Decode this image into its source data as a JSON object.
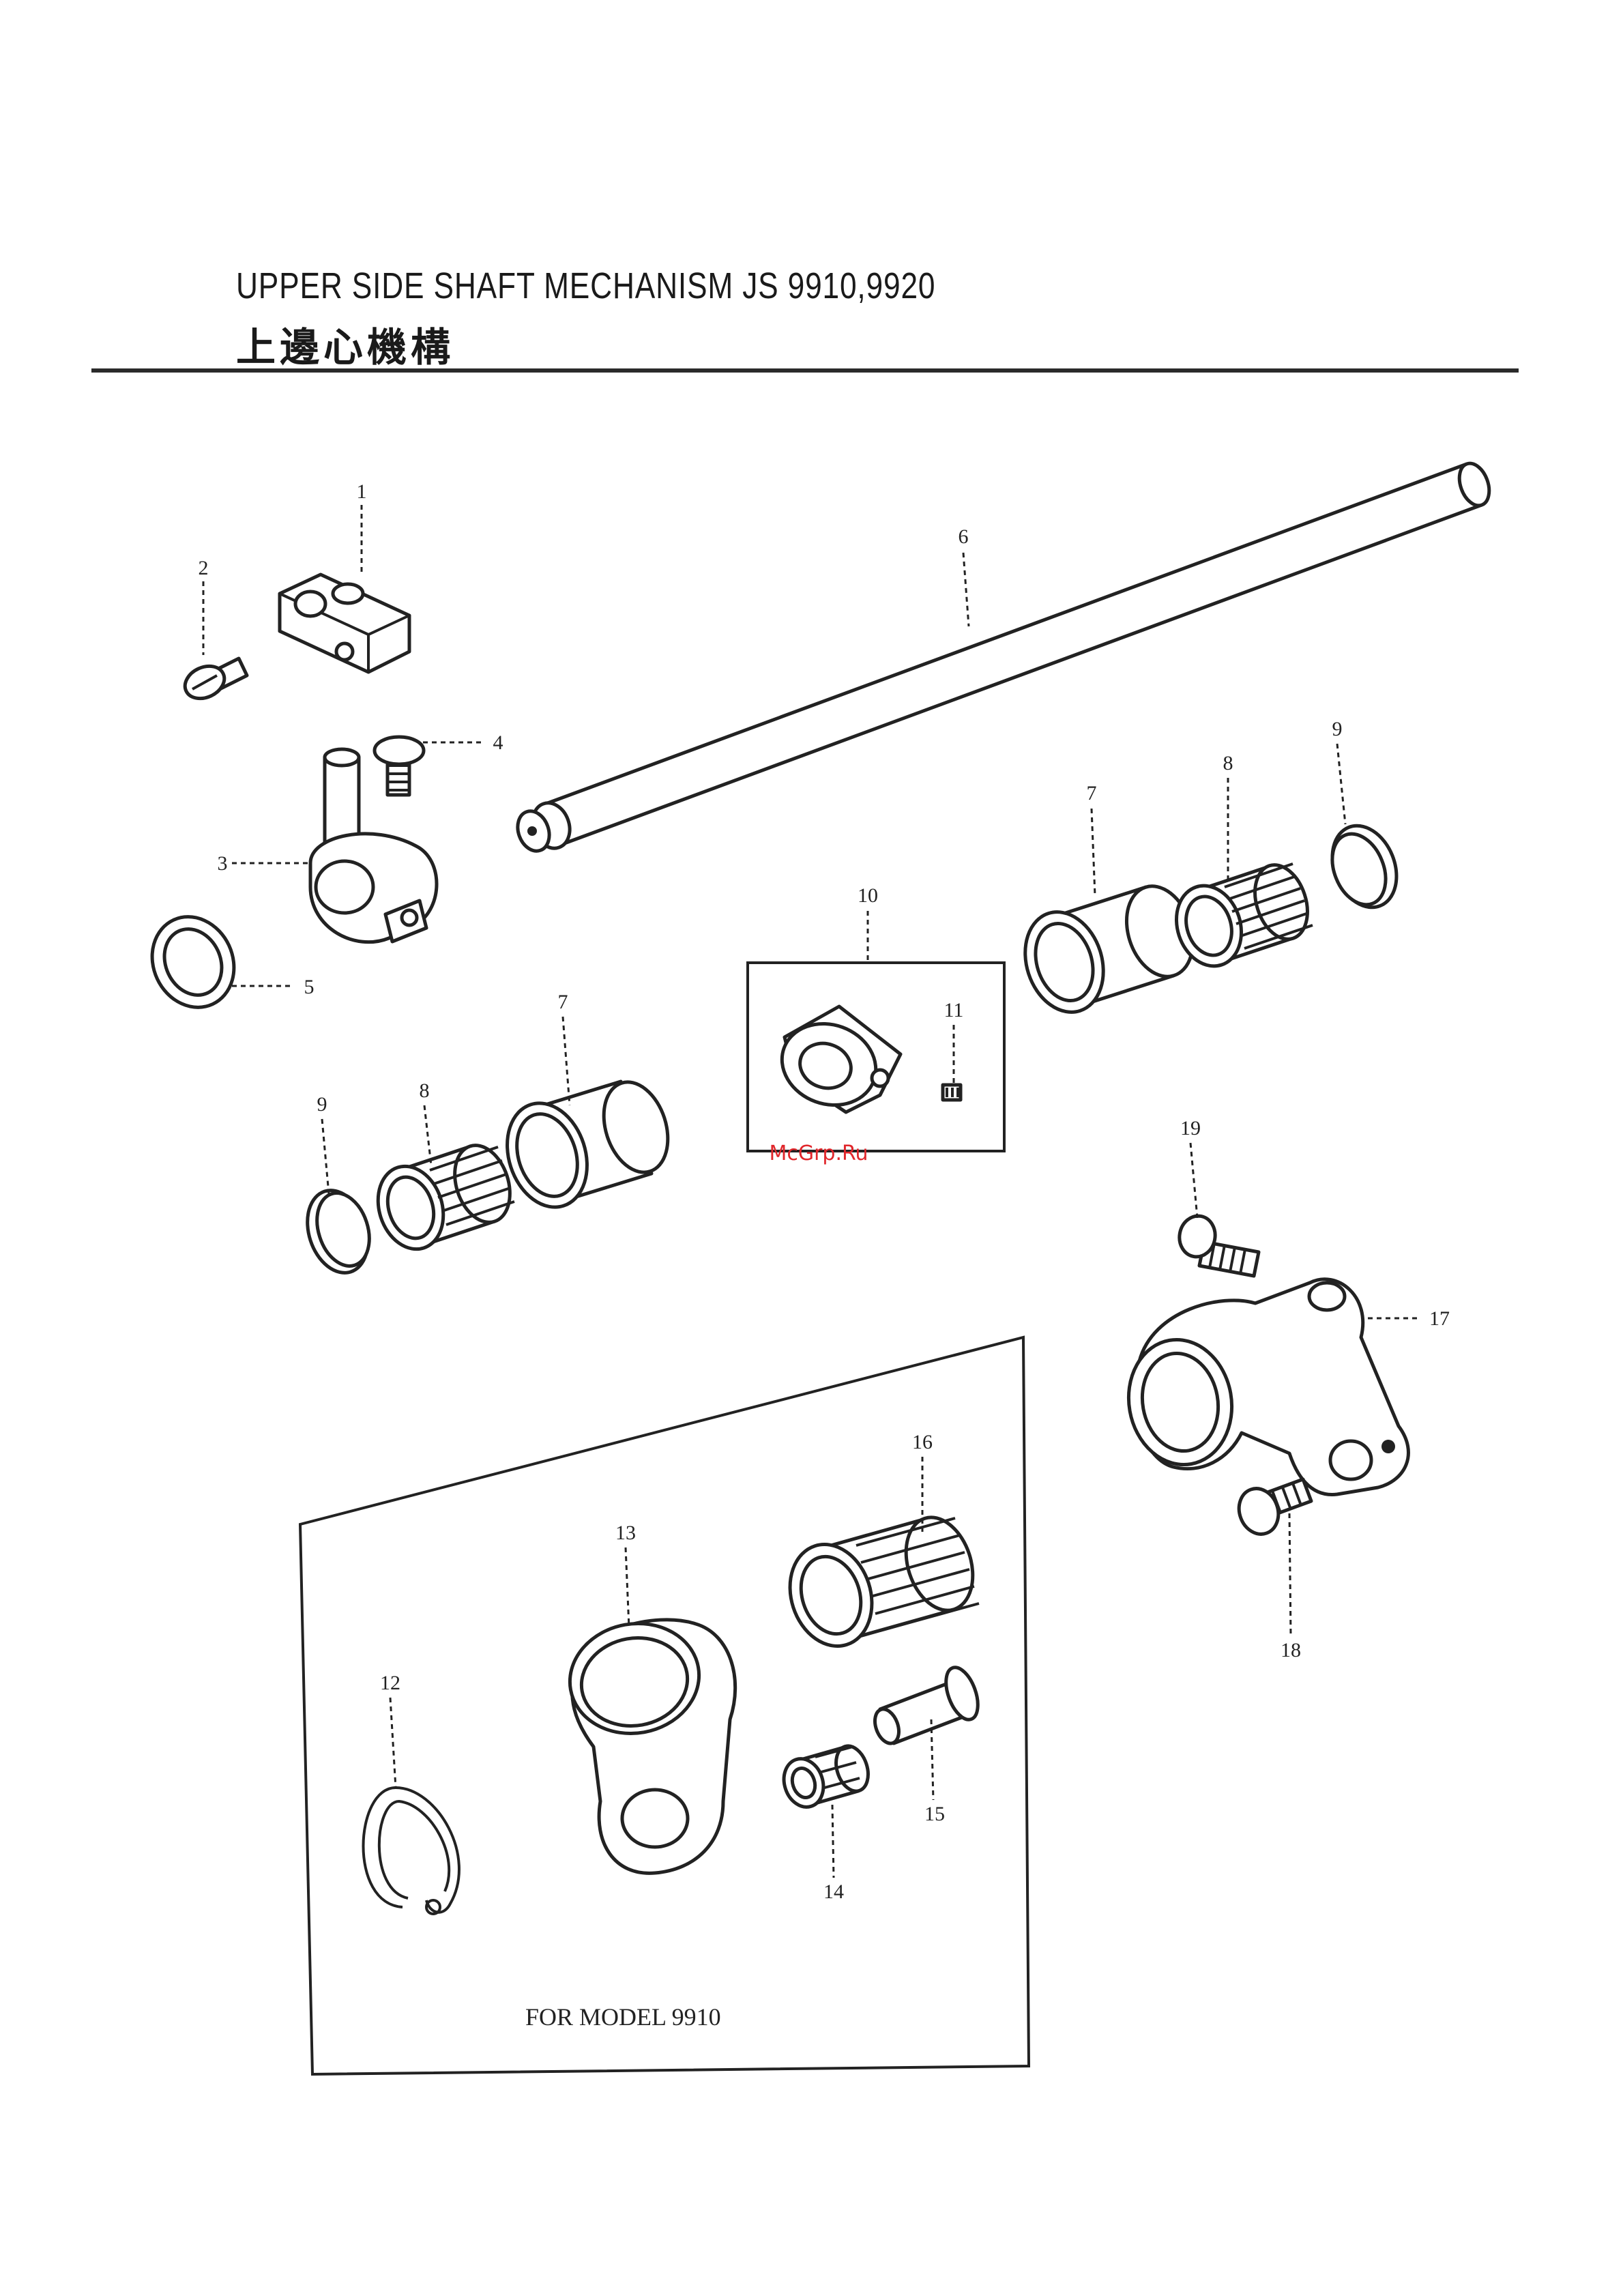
{
  "header": {
    "title_en": "UPPER SIDE SHAFT MECHANISM  JS 9910,9920",
    "title_zh": "上邊心機構"
  },
  "callouts": {
    "c1": "1",
    "c2": "2",
    "c3": "3",
    "c4": "4",
    "c5": "5",
    "c6": "6",
    "c7a": "7",
    "c7b": "7",
    "c8a": "8",
    "c8b": "8",
    "c9a": "9",
    "c9b": "9",
    "c10": "10",
    "c11": "11",
    "c12": "12",
    "c13": "13",
    "c14": "14",
    "c15": "15",
    "c16": "16",
    "c17": "17",
    "c18": "18",
    "c19": "19"
  },
  "inset": {
    "model_note": "FOR MODEL 9910"
  },
  "watermark": "McGrp.Ru"
}
